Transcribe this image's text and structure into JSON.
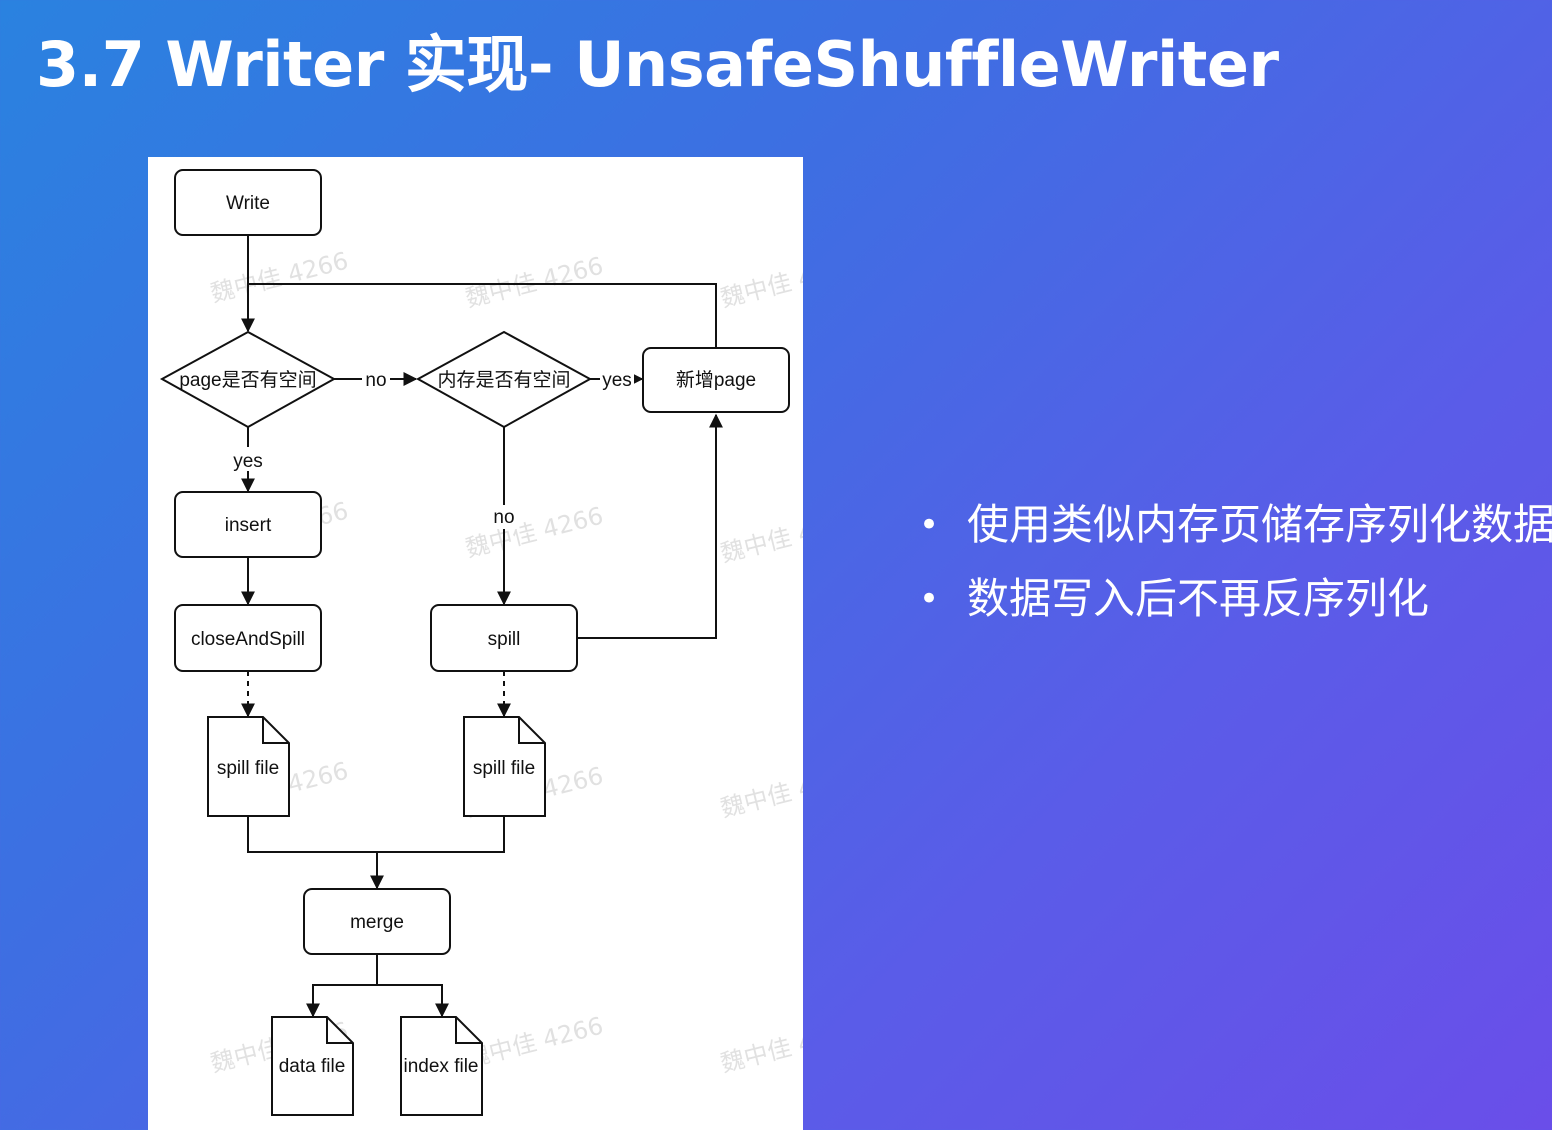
{
  "title": "3.7 Writer 实现- UnsafeShuffleWriter",
  "diagram": {
    "nodes": {
      "write": "Write",
      "page_has_space": "page是否有空间",
      "memory_has_space": "内存是否有空间",
      "new_page": "新增page",
      "insert": "insert",
      "close_and_spill": "closeAndSpill",
      "spill": "spill",
      "spill_file_left": "spill file",
      "spill_file_right": "spill file",
      "merge": "merge",
      "data_file": "data file",
      "index_file": "index file"
    },
    "edges": {
      "page_no": "no",
      "memory_yes": "yes",
      "page_yes": "yes",
      "memory_no": "no"
    },
    "watermark": "魏中佳 4266"
  },
  "bullets": [
    "使用类似内存页储存序列化数据",
    "数据写入后不再反序列化"
  ]
}
